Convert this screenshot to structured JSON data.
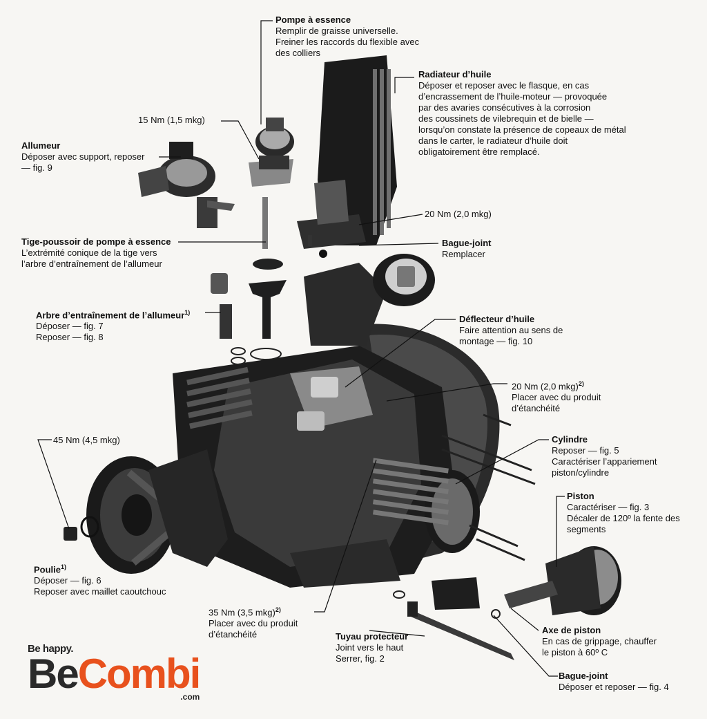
{
  "labels": {
    "pompe": {
      "title": "Pompe à essence",
      "lines": [
        "Remplir de graisse universelle.",
        "Freiner les raccords du flexible avec",
        "des colliers"
      ]
    },
    "radiateur": {
      "title": "Radiateur d’huile",
      "lines": [
        "Déposer et reposer avec le flasque, en cas",
        "d’encrassement de l’huile-moteur — provoquée",
        "par des avaries consécutives à la corrosion",
        "des coussinets de vilebrequin et de bielle —",
        "lorsqu’on constate la présence de copeaux de métal",
        "dans le carter, le radiateur d’huile doit",
        "obligatoirement être remplacé."
      ]
    },
    "allumeur": {
      "title": "Allumeur",
      "lines": [
        "Déposer avec support, reposer",
        "— fig. 9"
      ]
    },
    "tige": {
      "title": "Tige-poussoir de pompe à essence",
      "lines": [
        "L’extrémité conique de la tige vers",
        "l’arbre d’entraînement de l’allumeur"
      ]
    },
    "arbre": {
      "title": "Arbre d’entraînement de l’allumeur",
      "sup": "1)",
      "lines": [
        "Déposer — fig. 7",
        "Reposer — fig. 8"
      ]
    },
    "bague1": {
      "title": "Bague-joint",
      "lines": [
        "Remplacer"
      ]
    },
    "deflecteur": {
      "title": "Déflecteur d’huile",
      "lines": [
        "Faire attention au sens de",
        "montage — fig. 10"
      ]
    },
    "torque20b": {
      "title": "20 Nm (2,0 mkg)",
      "sup": "2)",
      "lines": [
        "Placer avec du produit",
        "d’étanchéité"
      ]
    },
    "cylindre": {
      "title": "Cylindre",
      "lines": [
        "Reposer — fig. 5",
        "Caractériser l’appariement",
        "piston/cylindre"
      ]
    },
    "piston": {
      "title": "Piston",
      "lines": [
        "Caractériser — fig. 3",
        "Décaler de 120º la fente des",
        "segments"
      ]
    },
    "poulie": {
      "title": "Poulie",
      "sup": "1)",
      "lines": [
        "Déposer — fig. 6",
        "Reposer avec maillet caoutchouc"
      ]
    },
    "torque35": {
      "title": "35 Nm (3,5 mkg)",
      "sup": "2)",
      "lines": [
        "Placer avec du produit",
        "d’étanchéité"
      ]
    },
    "tuyau": {
      "title": "Tuyau protecteur",
      "lines": [
        "Joint vers le haut",
        "Serrer, fig. 2"
      ]
    },
    "axe": {
      "title": "Axe de piston",
      "lines": [
        "En cas de grippage, chauffer",
        "le piston à 60º C"
      ]
    },
    "bague2": {
      "title": "Bague-joint",
      "lines": [
        "Déposer et reposer — fig. 4"
      ]
    }
  },
  "torques": {
    "t15": "15 Nm (1,5 mkg)",
    "t20a": "20 Nm (2,0 mkg)",
    "t45": "45 Nm (4,5 mkg)"
  },
  "brand": {
    "tagline": "Be happy.",
    "be": "Be",
    "combi": "Combi",
    "domain": ".com",
    "accent_color": "#e8511d"
  }
}
